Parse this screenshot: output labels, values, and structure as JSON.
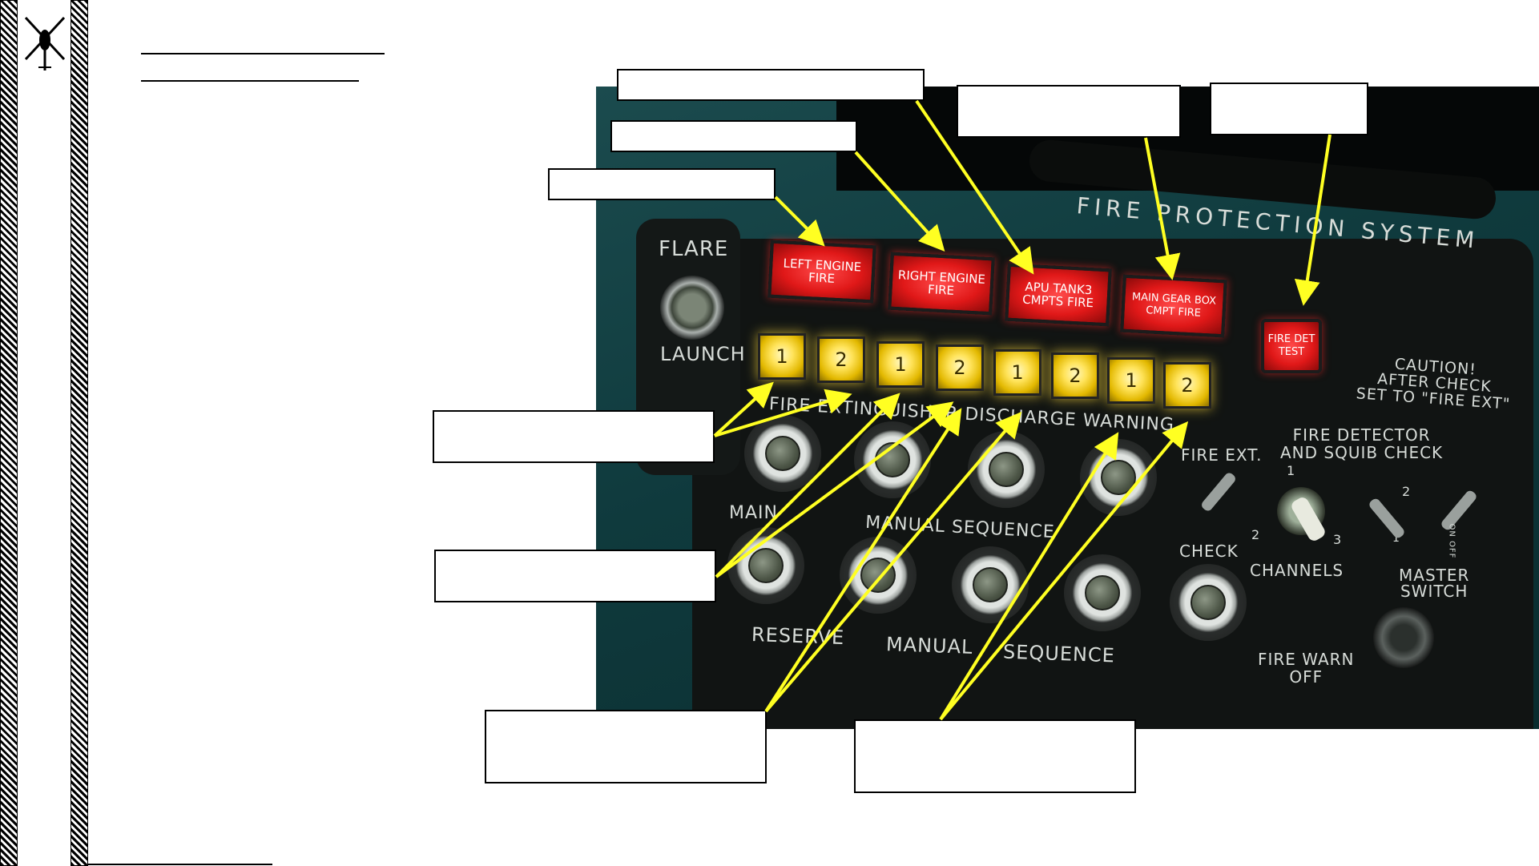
{
  "panel": {
    "title": "FIRE PROTECTION SYSTEM",
    "flare_top": "FLARE",
    "flare_bottom": "LAUNCH",
    "lights": [
      {
        "label": "LEFT ENGINE\nFIRE"
      },
      {
        "label": "RIGHT ENGINE\nFIRE"
      },
      {
        "label": "APU TANK3\nCMPTS FIRE"
      },
      {
        "label": "MAIN GEAR BOX\nCMPT FIRE"
      }
    ],
    "test_light": "FIRE DET\nTEST",
    "squib_numbers": [
      "1",
      "2",
      "1",
      "2",
      "1",
      "2",
      "1",
      "2"
    ],
    "discharge_warning": "FIRE EXTINGUISHER DISCHARGE WARNING",
    "main": "MAIN",
    "manual_sequence_top": "MANUAL SEQUENCE",
    "reserve": "RESERVE",
    "manual": "MANUAL",
    "sequence": "SEQUENCE",
    "fire_ext": "FIRE EXT.",
    "check": "CHECK",
    "detector_check": "FIRE DETECTOR\nAND SQUIB CHECK",
    "channels": "CHANNELS",
    "caution": "CAUTION!\nAFTER CHECK\nSET TO \"FIRE EXT\"",
    "master_switch": "MASTER\nSWITCH",
    "fire_warn_off": "FIRE WARN\nOFF",
    "selector_marks": [
      "1",
      "2",
      "3"
    ],
    "knob_marks": [
      "1",
      "2"
    ],
    "on_off": "ON OFF"
  },
  "colors": {
    "panel": "#0f3a3d",
    "accent_line": "#ffff22",
    "red_light": "#e01818",
    "yellow_light": "#ffe35a"
  }
}
